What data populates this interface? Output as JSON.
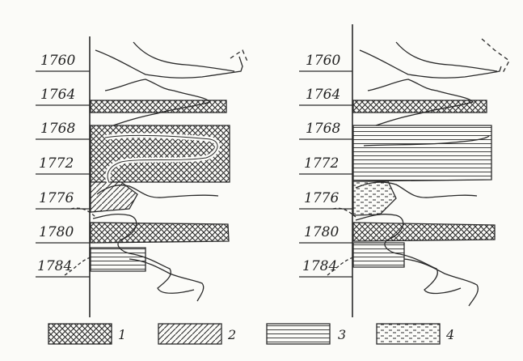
{
  "depth_labels": [
    "1760",
    "1764",
    "1768",
    "1772",
    "1776",
    "1780",
    "1784"
  ],
  "legend": [
    {
      "id": "1",
      "pattern": "cross-hatch"
    },
    {
      "id": "2",
      "pattern": "diagonal-hatch"
    },
    {
      "id": "3",
      "pattern": "horizontal-lines"
    },
    {
      "id": "4",
      "pattern": "dashed-lines"
    }
  ],
  "ink_color": "#2a2a2a",
  "paper_color": "#fbfbf8"
}
